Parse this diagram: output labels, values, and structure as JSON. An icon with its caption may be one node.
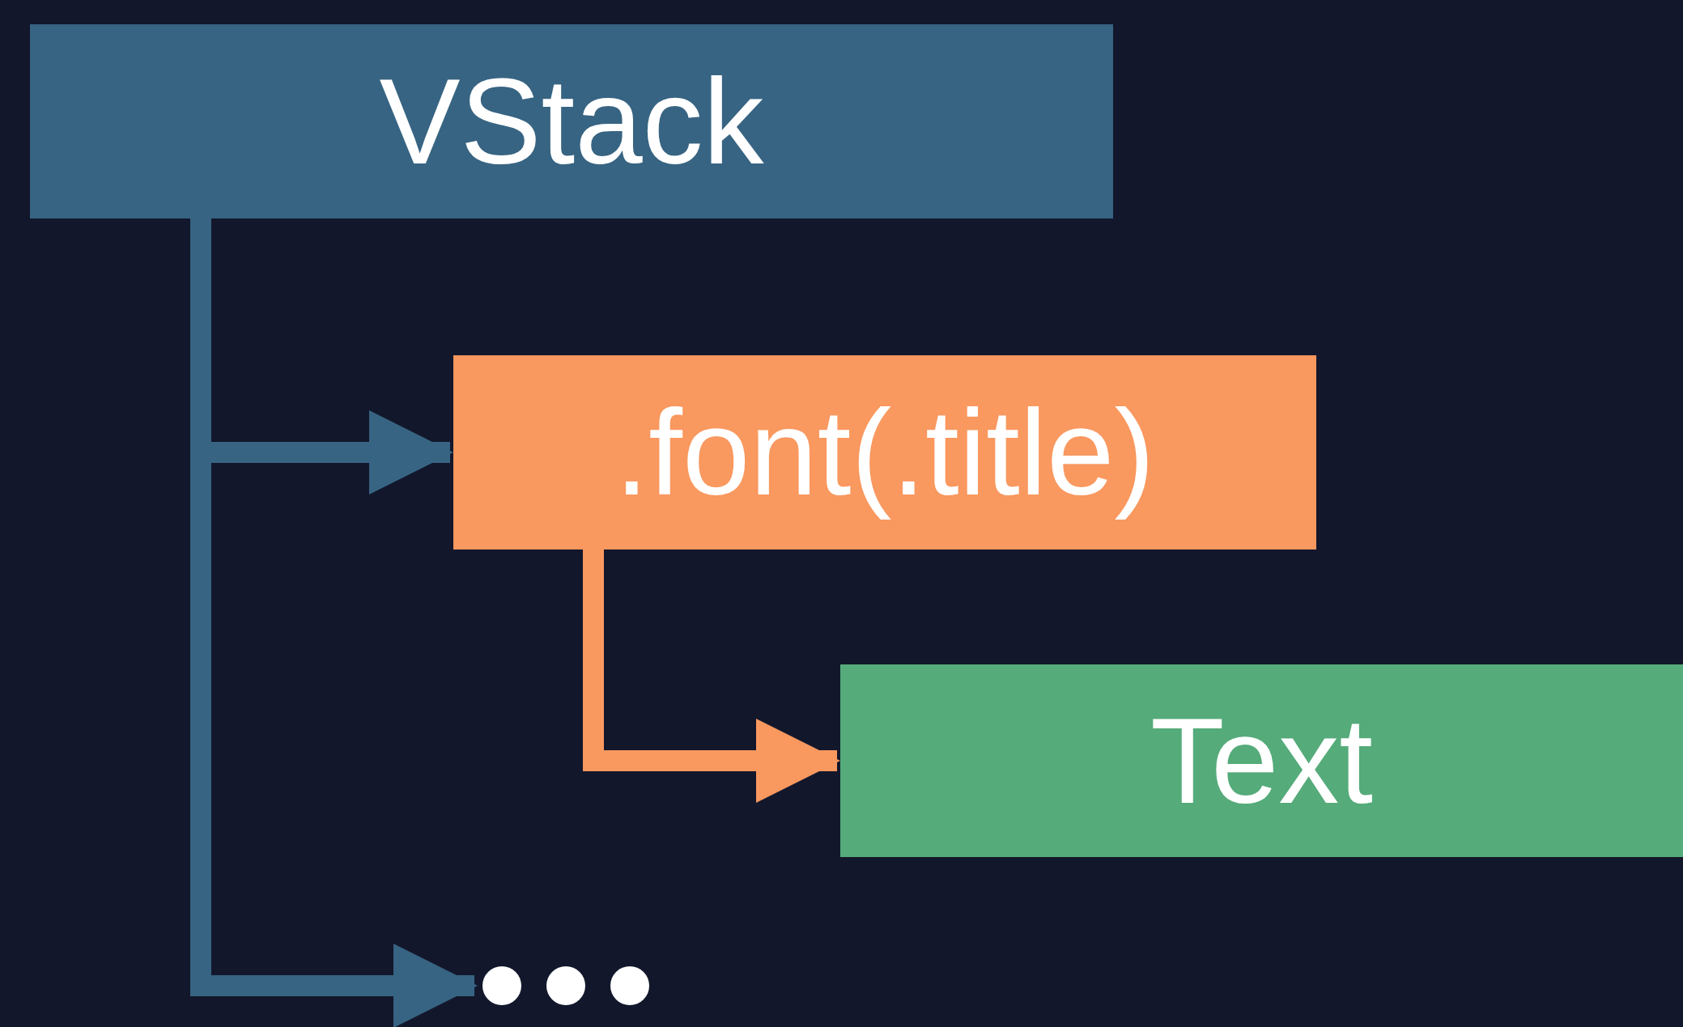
{
  "diagram": {
    "nodes": [
      {
        "text": [
          "VStack"
        ]
      },
      {
        "text": [
          ".font(.title)"
        ]
      },
      {
        "text": [
          "Text"
        ]
      },
      {
        "text": [],
        "shape": "dots"
      }
    ],
    "edges": [
      {
        "from": 0,
        "to": 1,
        "arrow": "to"
      },
      {
        "from": 1,
        "to": 2,
        "arrow": "to",
        "color": "#f9985f"
      },
      {
        "from": 0,
        "to": 3,
        "arrow": "to"
      }
    ]
  }
}
